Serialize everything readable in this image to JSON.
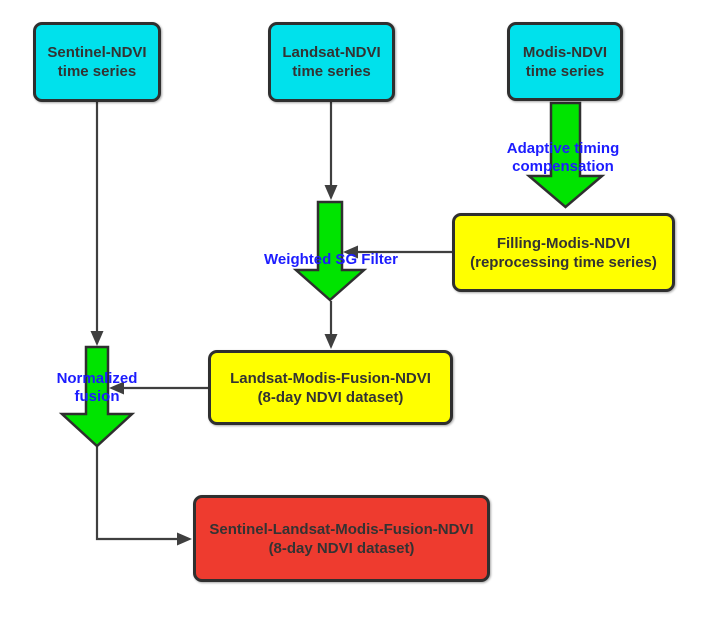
{
  "diagram": {
    "colors": {
      "source_node_fill": "#00e1ec",
      "process_node_fill": "#ffff00",
      "output_node_fill": "#ee3b2f",
      "block_arrow_fill": "#00e400",
      "node_border": "#2f2f2f",
      "connector": "#3f3f3f",
      "label_text": "#1c1cff",
      "node_text": "#333333",
      "background": "#ffffff"
    },
    "nodes": {
      "sentinel": {
        "line1": "Sentinel-NDVI",
        "line2": "time series"
      },
      "landsat": {
        "line1": "Landsat-NDVI",
        "line2": "time series"
      },
      "modis": {
        "line1": "Modis-NDVI",
        "line2": "time series"
      },
      "filling": {
        "line1": "Filling-Modis-NDVI",
        "line2": "(reprocessing time series)"
      },
      "fusion": {
        "line1": "Landsat-Modis-Fusion-NDVI",
        "line2": "(8-day NDVI dataset)"
      },
      "final": {
        "line1": "Sentinel-Landsat-Modis-Fusion-NDVI",
        "line2": "(8-day NDVI dataset)"
      }
    },
    "labels": {
      "adaptive_line1": "Adaptive timing",
      "adaptive_line2": "compensation",
      "weighted": "Weighted SG Filter",
      "normalized_line1": "Normalized",
      "normalized_line2": "fusion"
    }
  }
}
